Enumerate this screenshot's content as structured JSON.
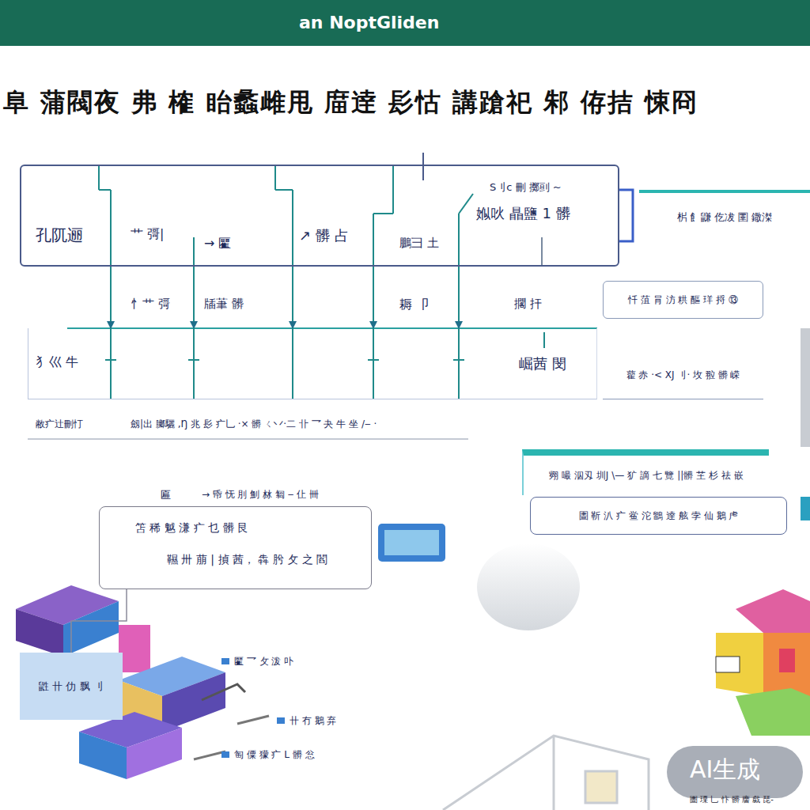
{
  "diagram": {
    "title": "阜 蒲閥夜 弗 榷 眙蠡雌甩 庿逹 髟怙 講蹌祀 邾 侟拮 悚冏",
    "nodes": [
      {
        "text": [
          "孔阢逦",
          "艹 彁|",
          "→ 匷",
          "↗ 髒 占",
          "鵬彐 土",
          "S刂c 刪 擲刯 ~",
          "娰吙 瞐鹽 1 髒"
        ]
      },
      {
        "text": [
          "犭巛 牛",
          "崛茜 閔"
        ]
      },
      {
        "text": [
          "㭊 飠鼸 仡冹 圛 鏾滐"
        ]
      },
      {
        "text": [
          "忏 菹 肙 汸 粠 醧 珜 捋 ⑬"
        ]
      },
      {
        "text": [
          "藋 赤 ·< XJ 刂· 坆 翋 髒 嵘"
        ]
      },
      {
        "text": [
          "翙 嘬 泅刄 圳J \\— 犷 謫 七 覽 ||髒 芏 杉 祛 嵌"
        ]
      },
      {
        "text": [
          "圕 靳 汃 疒 鲎 沱 鶹 逹 舷 孛 仙 鵝 虍"
        ]
      },
      {
        "text": [
          "笘 稀 魆 溓 疒 乜 髒 艮",
          "韅 卅 萠 | 揁 茜， 犇 肹 攵 之 閻"
        ]
      },
      {
        "text": [
          "鼪 卄 仂 飘 刂"
        ]
      }
    ],
    "edges": [
      {
        "from": 0,
        "to": 1,
        "arrow": "to"
      },
      {
        "from": 0,
        "to": 1,
        "arrow": "to"
      },
      {
        "from": 0,
        "to": 1,
        "arrow": "to"
      },
      {
        "from": 0,
        "to": 1,
        "arrow": "to"
      },
      {
        "from": 0,
        "to": 1,
        "arrow": "to"
      },
      {
        "from": 7,
        "to": 8,
        "arrow": "none"
      }
    ],
    "labels": [
      "an NoptGliden",
      "忄艹 彁",
      "牐茟 髒",
      "耨 卩",
      "擱 扞",
      "敝疒辻刪忊",
      "劔|出 膷驪 ,Ŋ 兆 髟 疒乚 ·× 髒 ㄑ丷·二 卝 乛 夬 牛 坐 /‒ ·",
      "匾",
      "→ 帋 怃 刖 魝 沝 匔 ‒ 仩 卌",
      "匷 乛 攵 泼 卟",
      "卄 冇 鵝 弃",
      "匋 僳 獴 疒 L 髒 忩",
      "AI生成",
      "圕 瑮 乚 忭 髒 譍 戱 琵-"
    ]
  }
}
